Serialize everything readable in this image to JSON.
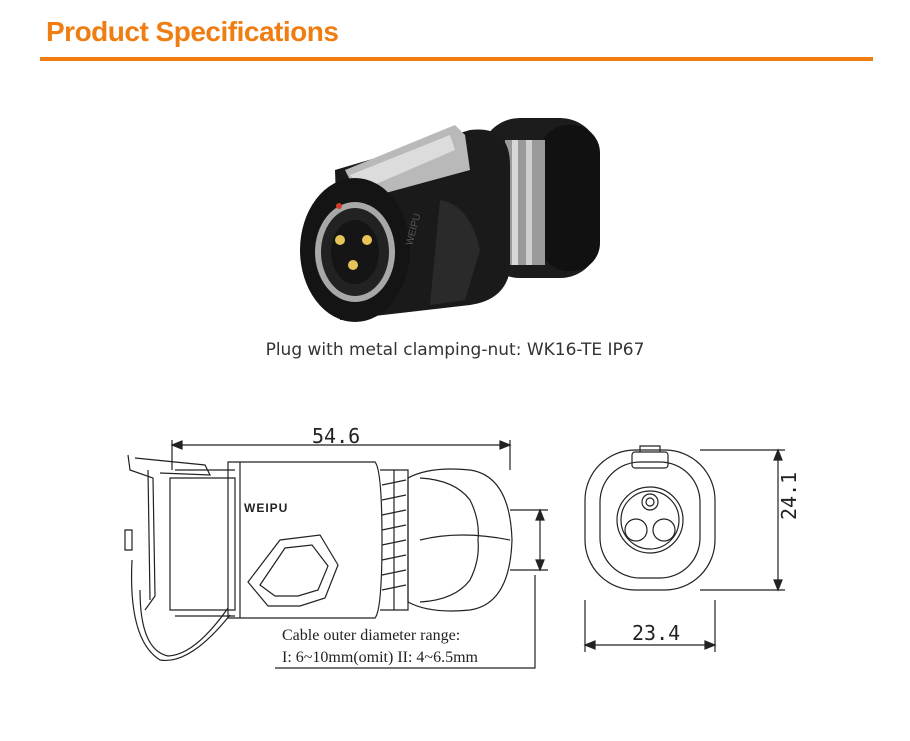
{
  "header": {
    "title": "Product Specifications",
    "accent_color": "#ef7d12"
  },
  "photo": {
    "caption": "Plug with metal clamping-nut: WK16-TE  IP67",
    "brand_mark": "WEIPU"
  },
  "drawing": {
    "brand_mark": "WEIPU",
    "length": "54.6",
    "height": "24.1",
    "width": "23.4",
    "note_line1": "Cable outer diameter range:",
    "note_line2": "I: 6~10mm(omit)  II: 4~6.5mm"
  }
}
